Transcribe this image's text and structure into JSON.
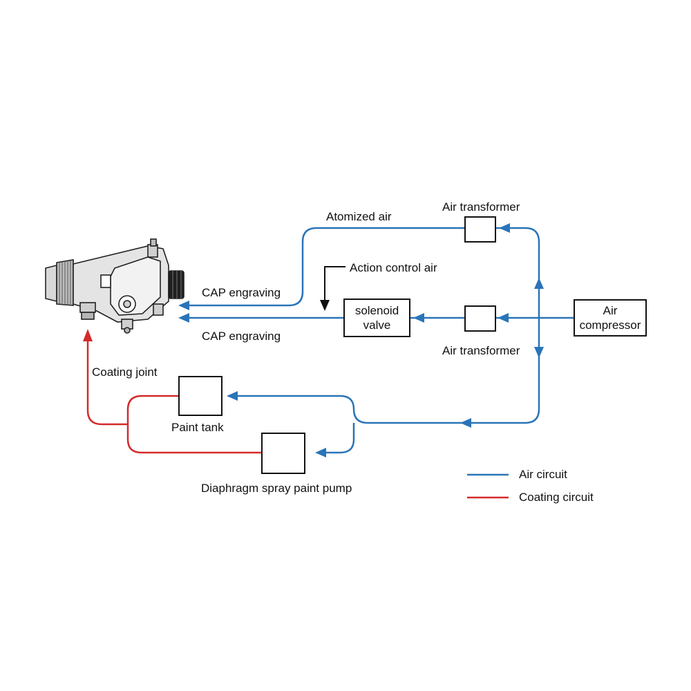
{
  "colors": {
    "air": "#2a74b8",
    "coating": "#d42a2a",
    "control": "#111111"
  },
  "nodes": {
    "air_compressor": {
      "line1": "Air",
      "line2": "compressor"
    },
    "solenoid_valve": {
      "line1": "solenoid",
      "line2": "valve"
    },
    "air_transformer_top": {
      "label": "Air transformer"
    },
    "air_transformer_bottom": {
      "label": "Air transformer"
    },
    "paint_tank": {
      "label": "Paint tank"
    },
    "diaphragm_pump": {
      "label": "Diaphragm spray paint pump"
    },
    "spray_gun": {
      "icon": "spray-gun-icon"
    }
  },
  "labels": {
    "atomized_air": "Atomized air",
    "action_control_air": "Action control air",
    "cap_engraving_top": "CAP engraving",
    "cap_engraving_bottom": "CAP engraving",
    "coating_joint": "Coating joint"
  },
  "legend": {
    "air_circuit": "Air circuit",
    "coating_circuit": "Coating circuit"
  }
}
